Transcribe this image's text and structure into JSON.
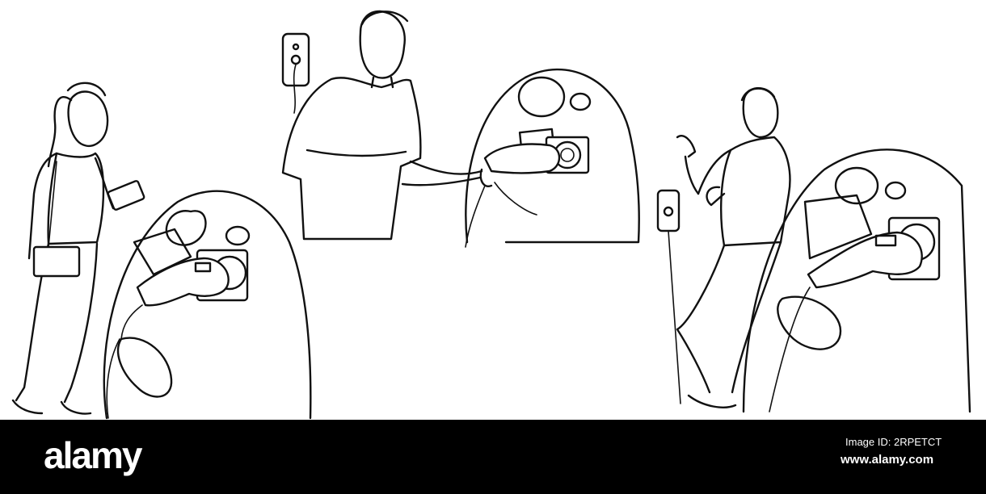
{
  "watermark": {
    "logo": "alamy",
    "image_id": "Image ID: 2RPETCT",
    "url": "www.alamy.com"
  },
  "scenes": [
    {
      "figure": "woman",
      "device": "smartphone",
      "object": "ev-charging-connector"
    },
    {
      "figure": "man",
      "object": "ev-charging-connector"
    },
    {
      "figure": "man",
      "object": "ev-charging-connector"
    }
  ],
  "icons": [
    "wall-socket-icon",
    "charging-connector-icon",
    "car-icon",
    "smartphone-icon"
  ]
}
